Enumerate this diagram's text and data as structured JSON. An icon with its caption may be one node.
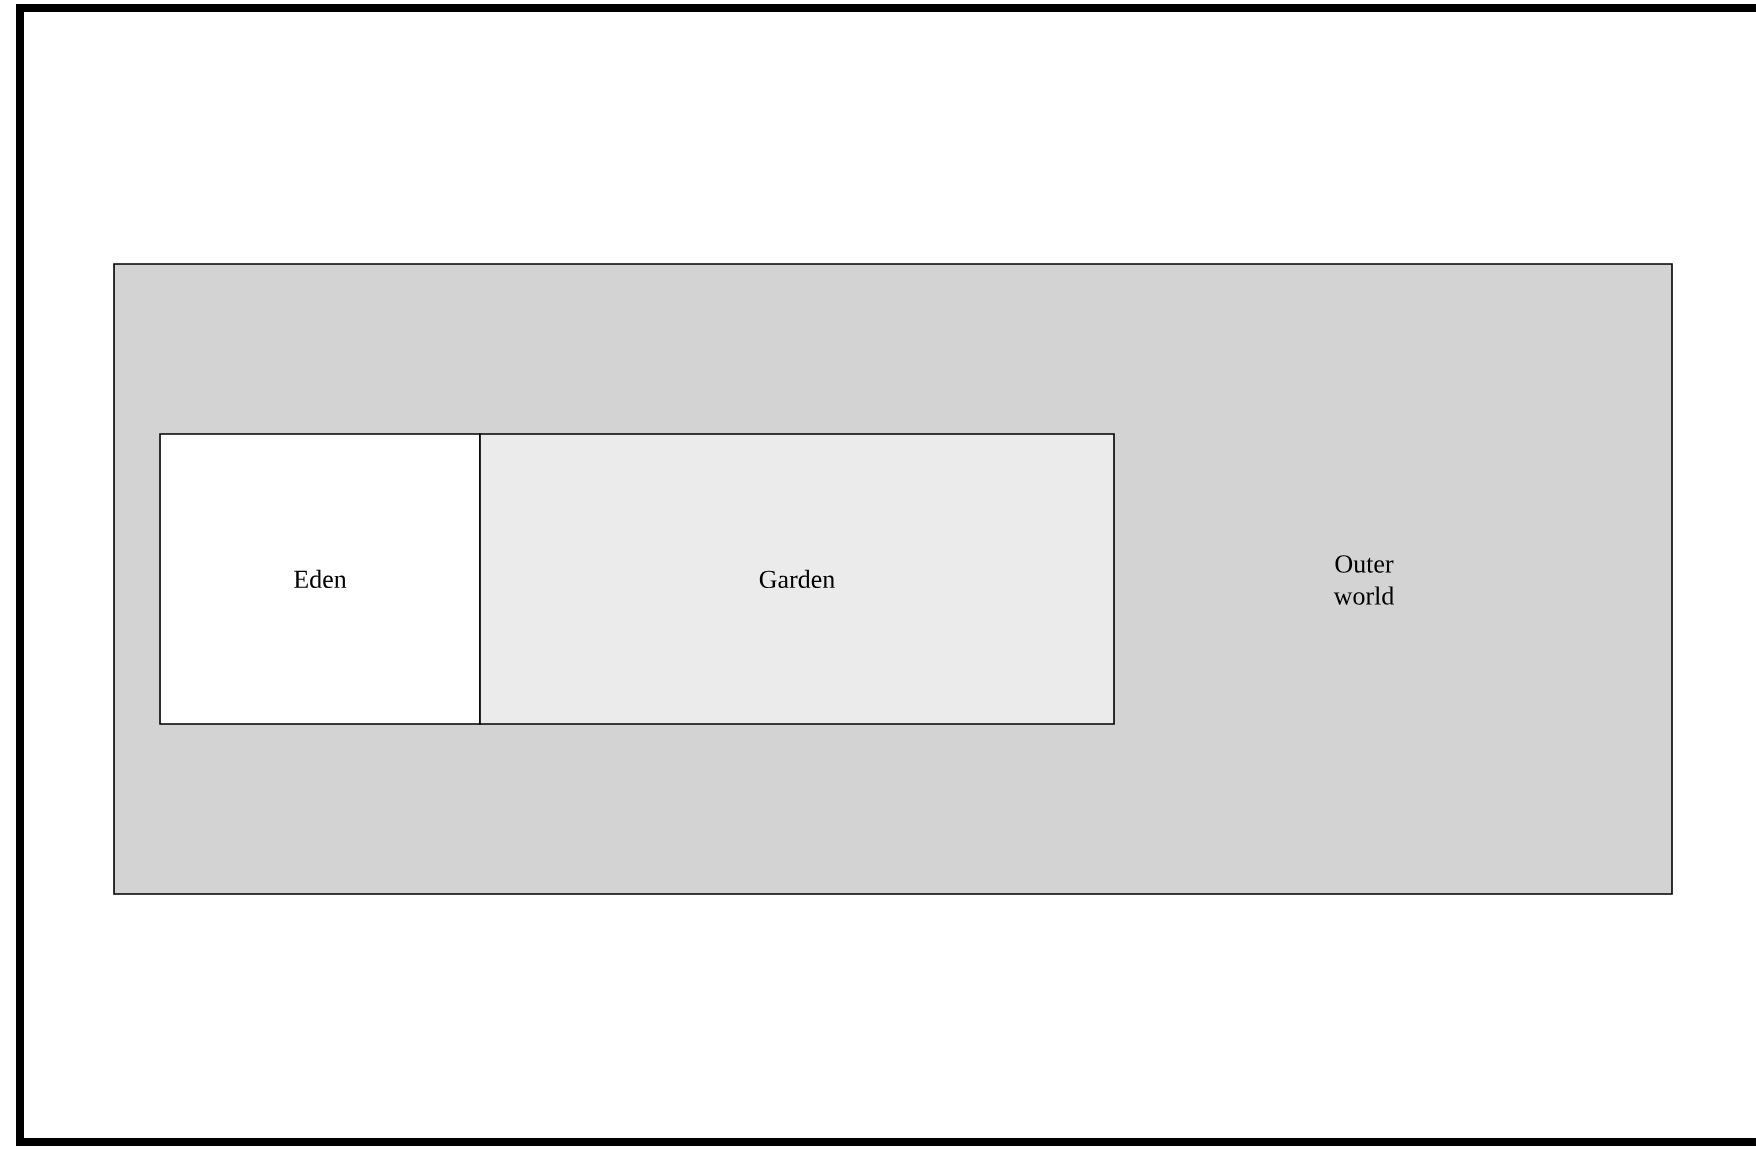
{
  "diagram": {
    "nodes": [
      {
        "text": [
          "Outer world"
        ]
      },
      {
        "text": [
          "Eden"
        ],
        "in": 0
      },
      {
        "text": [
          "Garden"
        ],
        "in": 0
      }
    ]
  }
}
